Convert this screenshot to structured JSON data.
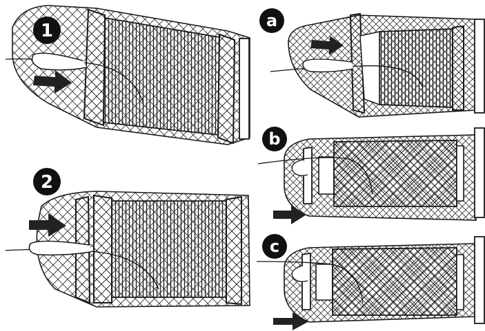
{
  "panels": [
    {
      "key": "p1",
      "label": "1"
    },
    {
      "key": "pa",
      "label": "a"
    },
    {
      "key": "pb",
      "label": "b"
    },
    {
      "key": "p2",
      "label": "2"
    },
    {
      "key": "pc",
      "label": "c"
    }
  ],
  "colors": {
    "ink": "#1a1a1a",
    "badge": "#111111",
    "paper": "#ffffff",
    "mesh": "#333333"
  }
}
